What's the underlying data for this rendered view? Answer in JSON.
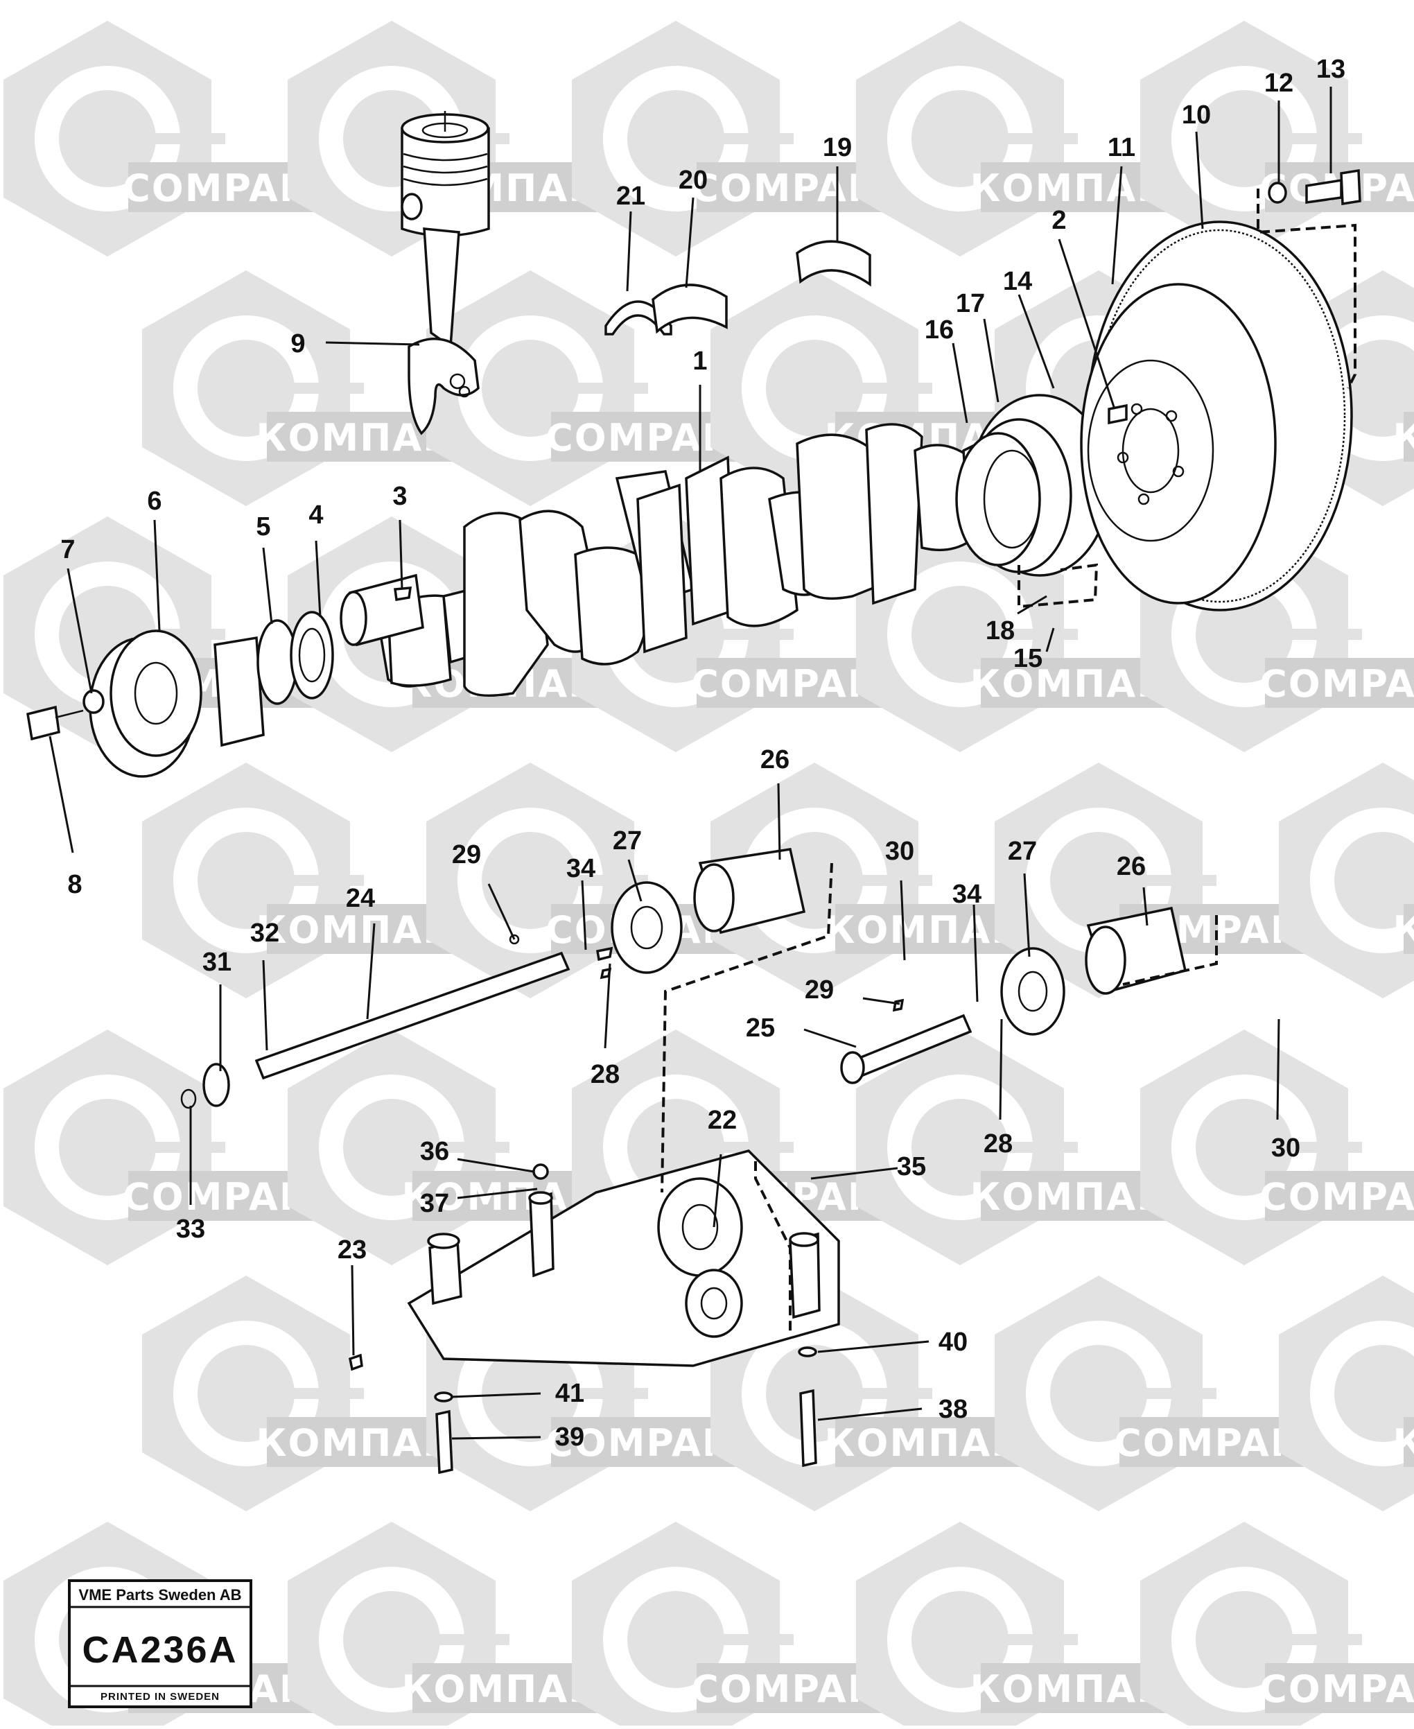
{
  "watermarks": [
    {
      "text": "COMPART"
    },
    {
      "text": "КОМПАРТ"
    }
  ],
  "title_block": {
    "company": "VME Parts Sweden AB",
    "code": "CA236A",
    "printed": "PRINTED IN SWEDEN"
  },
  "callouts": [
    "1",
    "2",
    "3",
    "4",
    "5",
    "6",
    "7",
    "8",
    "9",
    "10",
    "11",
    "12",
    "13",
    "14",
    "15",
    "16",
    "17",
    "18",
    "19",
    "20",
    "21",
    "22",
    "23",
    "24",
    "25",
    "26",
    "26",
    "27",
    "27",
    "28",
    "28",
    "29",
    "29",
    "30",
    "30",
    "31",
    "32",
    "33",
    "34",
    "34",
    "35",
    "36",
    "37",
    "38",
    "39",
    "40",
    "41"
  ],
  "colors": {
    "line": "#111111",
    "watermark_shape": "#e2e2e2",
    "watermark_band": "#d0d0d0",
    "background": "#ffffff"
  }
}
